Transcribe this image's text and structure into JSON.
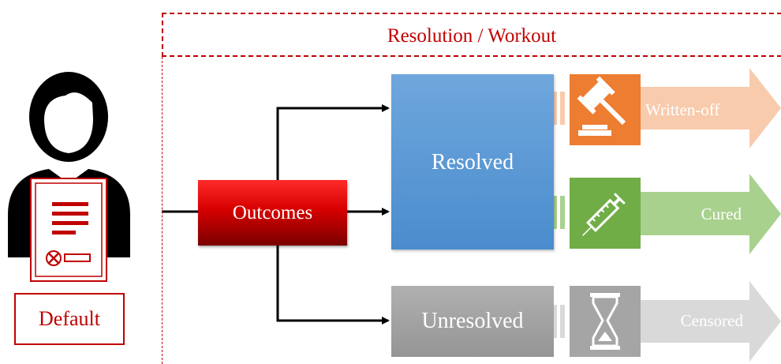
{
  "region": {
    "title": "Resolution / Workout"
  },
  "default_label": "Default",
  "outcomes_label": "Outcomes",
  "resolved_label": "Resolved",
  "unresolved_label": "Unresolved",
  "results": {
    "written_off": "Written-off",
    "cured": "Cured",
    "censored": "Censored"
  },
  "icons": {
    "person": "person-icon",
    "document": "document-icon",
    "gavel": "gavel-icon",
    "syringe": "syringe-icon",
    "hourglass": "hourglass-icon"
  },
  "colors": {
    "accent_red": "#c00000",
    "resolved_blue": "#5b9bd5",
    "unresolved_gray": "#a5a5a5",
    "written_off_orange": "#ed7d31",
    "cured_green": "#70ad47",
    "censored_gray": "#a5a5a5"
  }
}
